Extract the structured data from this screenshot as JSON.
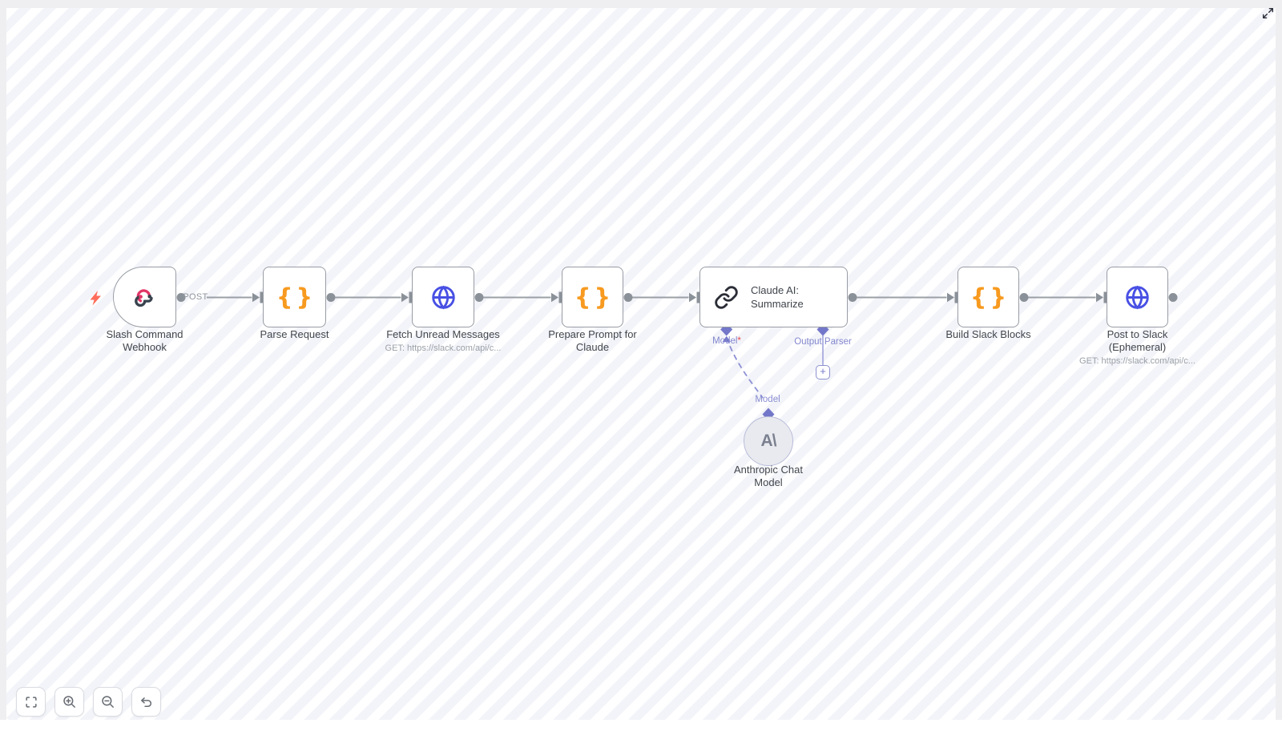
{
  "canvas": {
    "type": "workflow-editor"
  },
  "connections": {
    "post_label": "POST"
  },
  "nodes": [
    {
      "id": "slash-command-webhook",
      "title_lines": [
        "Slash Command",
        "Webhook"
      ],
      "icon": "webhook"
    },
    {
      "id": "parse-request",
      "title_lines": [
        "Parse Request"
      ],
      "icon": "code-braces"
    },
    {
      "id": "fetch-unread-messages",
      "title_lines": [
        "Fetch Unread Messages"
      ],
      "subtitle": "GET: https://slack.com/api/c...",
      "icon": "http-globe"
    },
    {
      "id": "prepare-prompt-for-claude",
      "title_lines": [
        "Prepare Prompt for",
        "Claude"
      ],
      "icon": "code-braces"
    },
    {
      "id": "claude-ai-summarize",
      "title_lines": [
        "Claude AI:",
        "Summarize"
      ],
      "icon": "chain-link"
    },
    {
      "id": "build-slack-blocks",
      "title_lines": [
        "Build Slack Blocks"
      ],
      "icon": "code-braces"
    },
    {
      "id": "post-to-slack-ephemeral",
      "title_lines": [
        "Post to Slack",
        "(Ephemeral)"
      ],
      "subtitle": "GET: https://slack.com/api/c...",
      "icon": "http-globe"
    },
    {
      "id": "anthropic-chat-model",
      "title_lines": [
        "Anthropic Chat",
        "Model"
      ],
      "icon": "anthropic-logo",
      "logo_text": "A\\"
    }
  ],
  "ports": {
    "model_label": "Model",
    "model_required_marker": "*",
    "output_parser_label": "Output Parser",
    "anthropic_input_label": "Model",
    "add_button_label": "+"
  },
  "icons": {
    "braces_glyph": "{}"
  },
  "colors": {
    "accent_purple": "#7377c9",
    "icon_orange": "#f79a1f",
    "icon_blue": "#4850e4",
    "webhook_pink": "#e23566",
    "webhook_dark": "#38434e",
    "trigger_coral": "#ff6d5a",
    "line_gray": "#9aa0a6",
    "node_border": "#989ca4"
  }
}
